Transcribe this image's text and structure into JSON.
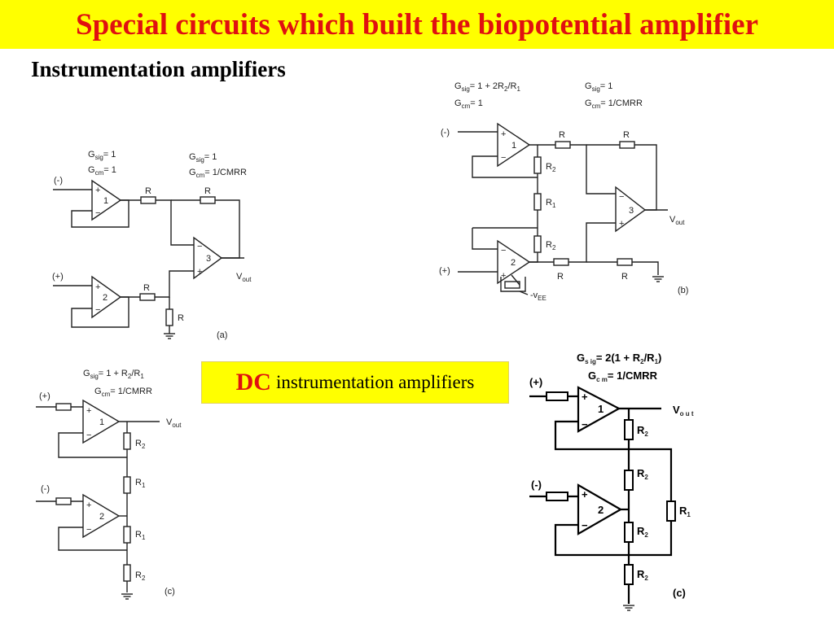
{
  "slide": {
    "title": "Special circuits which built the biopotential amplifier",
    "subtitle": "Instrumentation amplifiers",
    "dc_label": {
      "highlight": "DC",
      "text": "instrumentation amplifiers"
    },
    "colors": {
      "banner": "#ffff00",
      "title_text": "#e01010",
      "highlight": "#e01010"
    }
  },
  "diagrams": {
    "a": {
      "tag": "(a)",
      "stage1_gain": {
        "sig": "= 1",
        "cm": "= 1"
      },
      "stage2_gain": {
        "sig": "= 1",
        "cm": "= 1/CMRR"
      },
      "inputs": {
        "neg": "(-)",
        "pos": "(+)"
      },
      "opamps": [
        "1",
        "2",
        "3"
      ],
      "resistor": "R",
      "output": "out"
    },
    "b": {
      "tag": "(b)",
      "stage1_gain": {
        "sig": "= 1 + 2R",
        "sig_tail": "/R",
        "cm": "= 1"
      },
      "stage2_gain": {
        "sig": "= 1",
        "cm": "= 1/CMRR"
      },
      "inputs": {
        "neg": "(-)",
        "pos": "(+)"
      },
      "opamps": [
        "1",
        "2",
        "3"
      ],
      "resistor": "R",
      "supply": "-v",
      "supply_sub": "EE",
      "output": "out"
    },
    "c_left": {
      "tag": "(c)",
      "gain": {
        "sig": "= 1 + R",
        "sig_tail": "/R",
        "cm": "= 1/CMRR"
      },
      "inputs": {
        "pos": "(+)",
        "neg": "(-)"
      },
      "opamps": [
        "1",
        "2"
      ],
      "output": "out"
    },
    "c_right": {
      "tag": "(c)",
      "gain": {
        "sig": "= 2(1 + R",
        "sig_tail": "/R",
        "cm": "= 1/CMRR"
      },
      "inputs": {
        "pos": "(+)",
        "neg": "(-)"
      },
      "opamps": [
        "1",
        "2"
      ],
      "output": "V"
    }
  }
}
